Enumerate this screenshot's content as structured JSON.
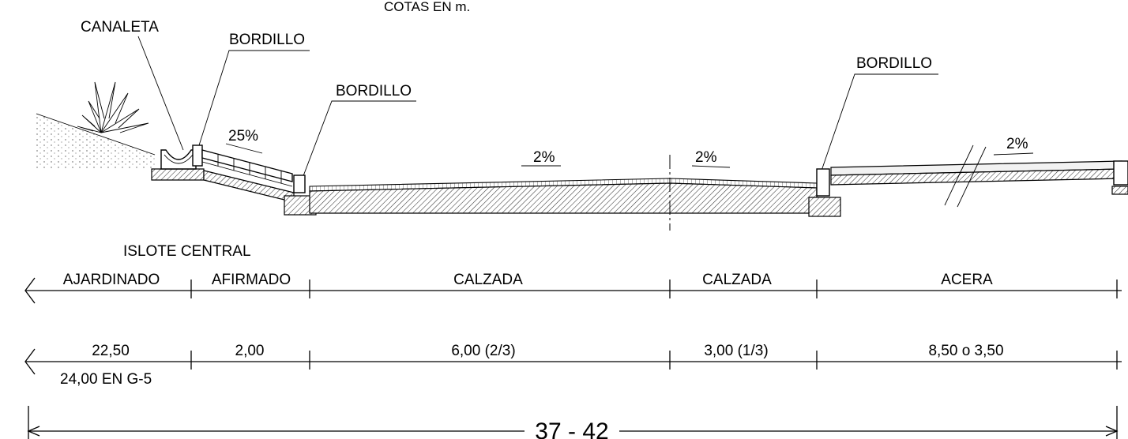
{
  "note": "COTAS EN m.",
  "callouts": {
    "canaleta": "CANALETA",
    "bordillo_1": "BORDILLO",
    "bordillo_2": "BORDILLO",
    "bordillo_3": "BORDILLO"
  },
  "slopes": {
    "afirmado": "25%",
    "calzada_left": "2%",
    "calzada_right": "2%",
    "acera": "2%"
  },
  "section_title": "ISLOTE CENTRAL",
  "zones": [
    {
      "name": "AJARDINADO",
      "width": "22,50",
      "alt_width": "24,00 EN G-5"
    },
    {
      "name": "AFIRMADO",
      "width": "2,00"
    },
    {
      "name": "CALZADA",
      "width": "6,00 (2/3)"
    },
    {
      "name": "CALZADA",
      "width": "3,00 (1/3)"
    },
    {
      "name": "ACERA",
      "width": "8,50 o 3,50"
    }
  ],
  "total_width": "37 -  42"
}
